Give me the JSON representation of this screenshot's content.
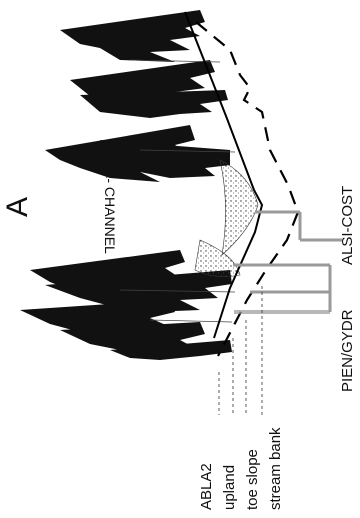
{
  "panel_letter": "A",
  "channel_label": "<- CHANNEL",
  "zones": {
    "upland_community": "ABLA2",
    "upland": "upland",
    "toe_slope": "toe slope",
    "stream_bank": "stream bank"
  },
  "communities": {
    "toe_slope": "PIEN/GYDR",
    "stream_bank": "ALSI-COST"
  }
}
